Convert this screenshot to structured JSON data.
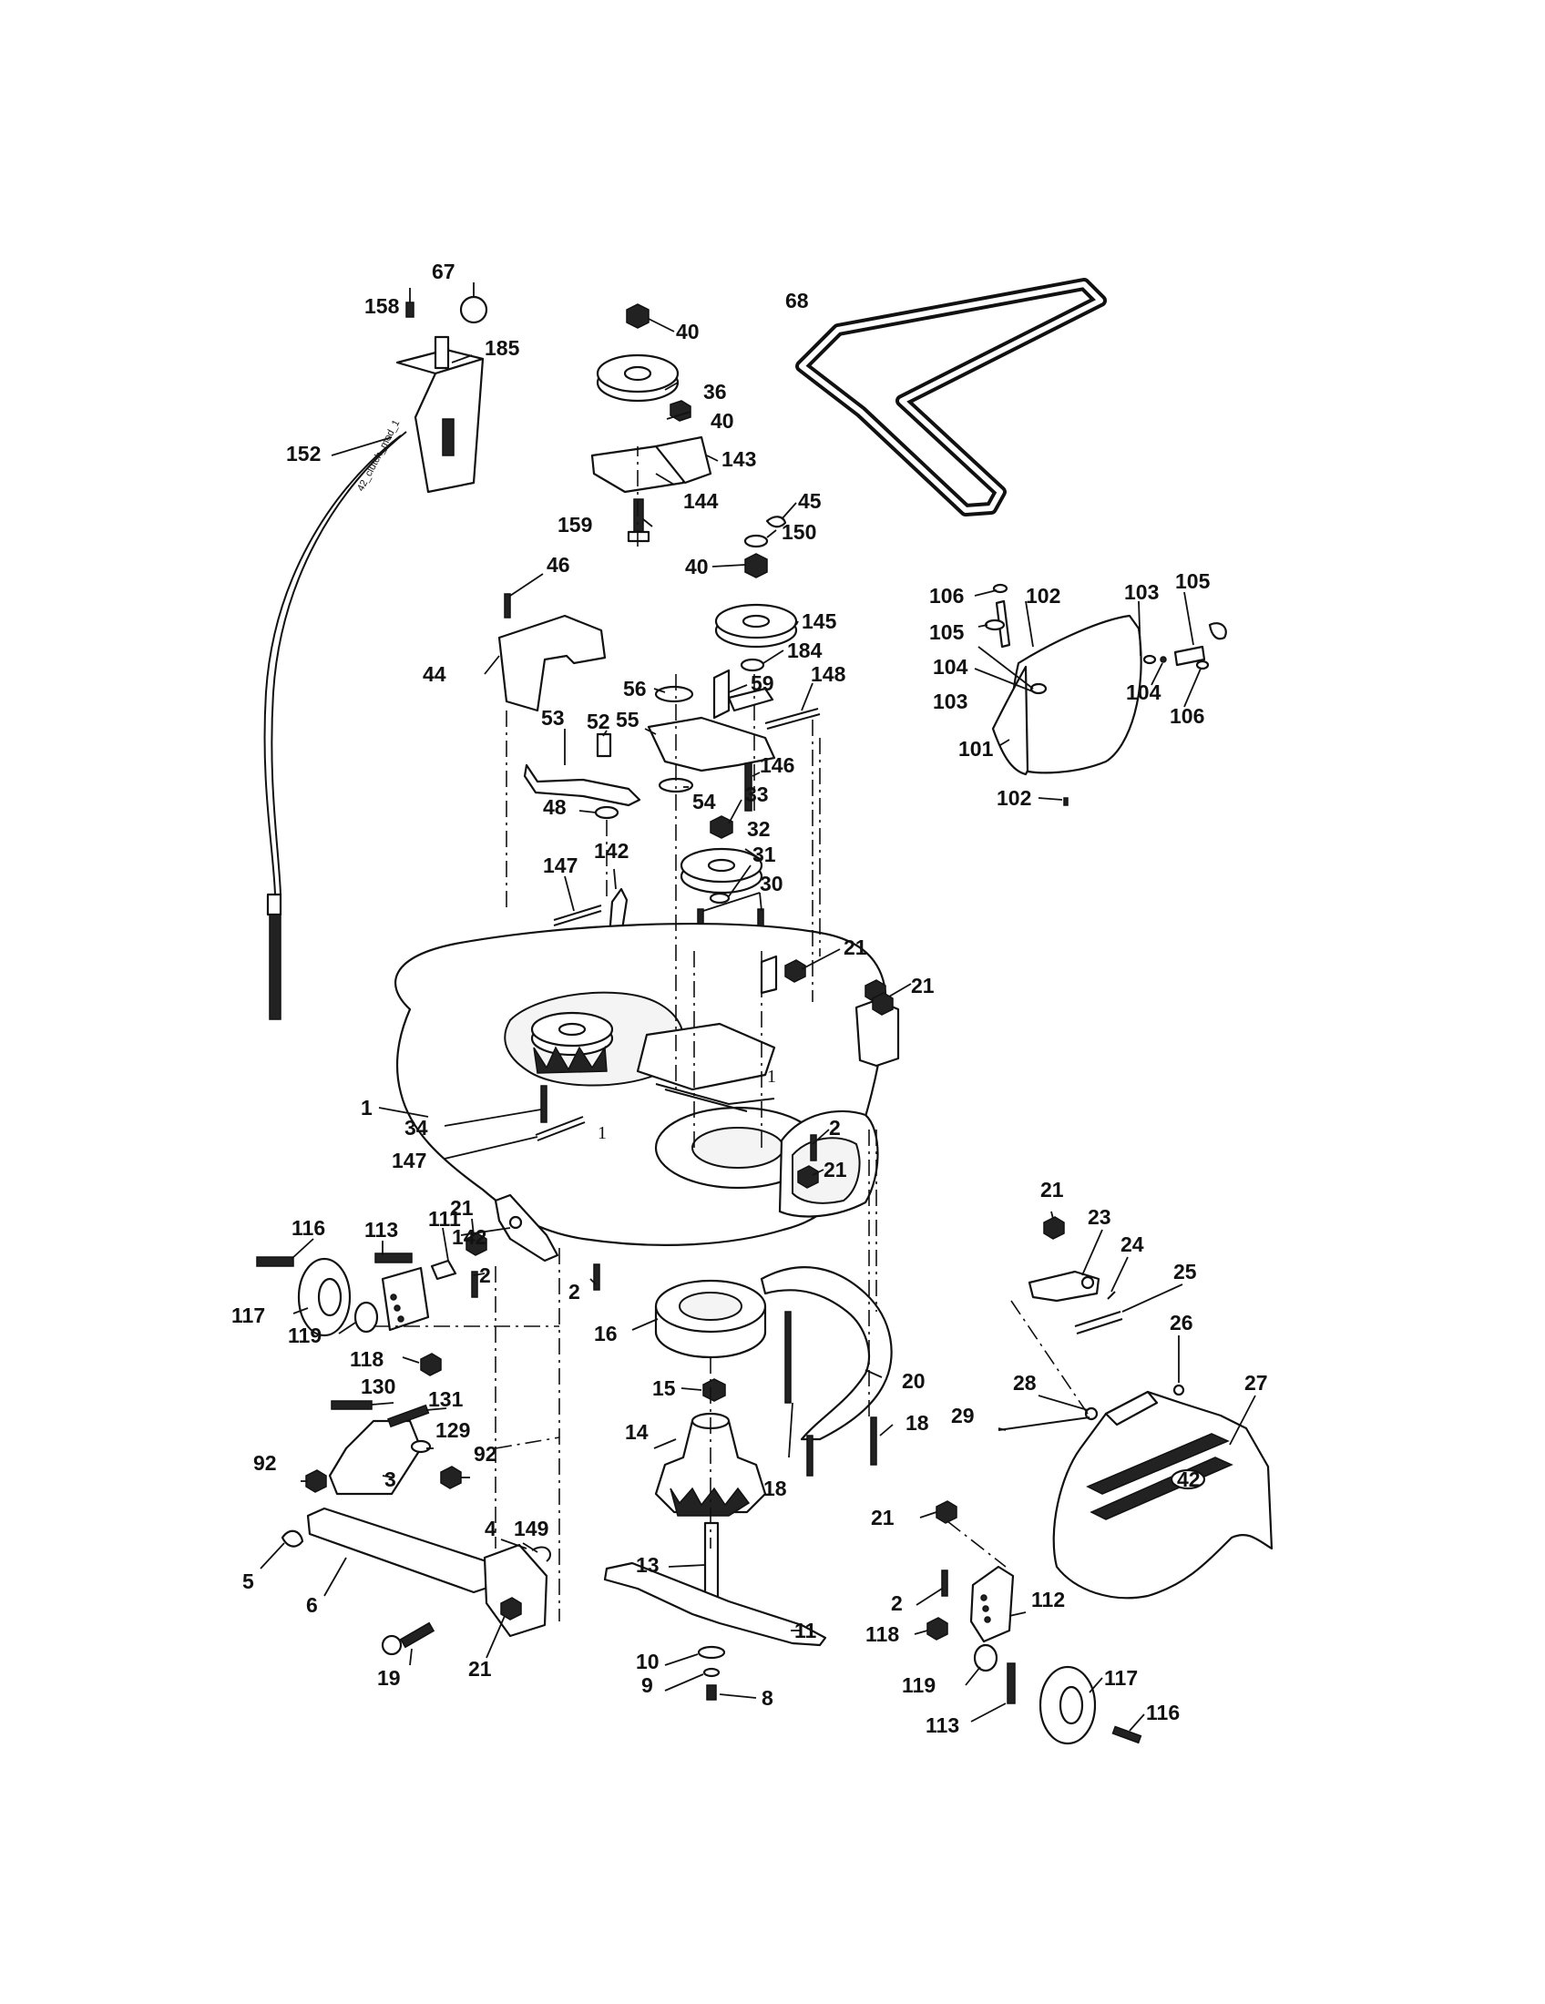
{
  "labels": [
    {
      "id": "l67",
      "text": "67"
    },
    {
      "id": "l158",
      "text": "158"
    },
    {
      "id": "l185",
      "text": "185"
    },
    {
      "id": "l152",
      "text": "152"
    },
    {
      "id": "l40a",
      "text": "40"
    },
    {
      "id": "l36",
      "text": "36"
    },
    {
      "id": "l40b",
      "text": "40"
    },
    {
      "id": "l143",
      "text": "143"
    },
    {
      "id": "l144",
      "text": "144"
    },
    {
      "id": "l159",
      "text": "159"
    },
    {
      "id": "l45",
      "text": "45"
    },
    {
      "id": "l150",
      "text": "150"
    },
    {
      "id": "l40c",
      "text": "40"
    },
    {
      "id": "l145",
      "text": "145"
    },
    {
      "id": "l184",
      "text": "184"
    },
    {
      "id": "l68",
      "text": "68"
    },
    {
      "id": "l46",
      "text": "46"
    },
    {
      "id": "l44",
      "text": "44"
    },
    {
      "id": "l56",
      "text": "56"
    },
    {
      "id": "l59",
      "text": "59"
    },
    {
      "id": "l148",
      "text": "148"
    },
    {
      "id": "l55",
      "text": "55"
    },
    {
      "id": "l53",
      "text": "53"
    },
    {
      "id": "l52",
      "text": "52"
    },
    {
      "id": "l146",
      "text": "146"
    },
    {
      "id": "l54",
      "text": "54"
    },
    {
      "id": "l33",
      "text": "33"
    },
    {
      "id": "l48",
      "text": "48"
    },
    {
      "id": "l32",
      "text": "32"
    },
    {
      "id": "l147a",
      "text": "147"
    },
    {
      "id": "l142a",
      "text": "142"
    },
    {
      "id": "l31",
      "text": "31"
    },
    {
      "id": "l30",
      "text": "30"
    },
    {
      "id": "l21a",
      "text": "21"
    },
    {
      "id": "l21b",
      "text": "21"
    },
    {
      "id": "l106a",
      "text": "106"
    },
    {
      "id": "l102a",
      "text": "102"
    },
    {
      "id": "l103a",
      "text": "103"
    },
    {
      "id": "l105a",
      "text": "105"
    },
    {
      "id": "l105b",
      "text": "105"
    },
    {
      "id": "l104a",
      "text": "104"
    },
    {
      "id": "l103b",
      "text": "103"
    },
    {
      "id": "l104b",
      "text": "104"
    },
    {
      "id": "l106b",
      "text": "106"
    },
    {
      "id": "l101",
      "text": "101"
    },
    {
      "id": "l102b",
      "text": "102"
    },
    {
      "id": "l1",
      "text": "1"
    },
    {
      "id": "l34",
      "text": "34"
    },
    {
      "id": "l147b",
      "text": "147"
    },
    {
      "id": "l2a",
      "text": "2"
    },
    {
      "id": "l21c",
      "text": "21"
    },
    {
      "id": "l21d",
      "text": "21"
    },
    {
      "id": "l113a",
      "text": "113"
    },
    {
      "id": "l111",
      "text": "111"
    },
    {
      "id": "l142b",
      "text": "142"
    },
    {
      "id": "l116a",
      "text": "116"
    },
    {
      "id": "l2b",
      "text": "2"
    },
    {
      "id": "l2c",
      "text": "2"
    },
    {
      "id": "l117a",
      "text": "117"
    },
    {
      "id": "l119a",
      "text": "119"
    },
    {
      "id": "l118a",
      "text": "118"
    },
    {
      "id": "l16",
      "text": "16"
    },
    {
      "id": "l15",
      "text": "15"
    },
    {
      "id": "l130",
      "text": "130"
    },
    {
      "id": "l131",
      "text": "131"
    },
    {
      "id": "l129",
      "text": "129"
    },
    {
      "id": "l92a",
      "text": "92"
    },
    {
      "id": "l92b",
      "text": "92"
    },
    {
      "id": "l3",
      "text": "3"
    },
    {
      "id": "l14",
      "text": "14"
    },
    {
      "id": "l20",
      "text": "20"
    },
    {
      "id": "l18a",
      "text": "18"
    },
    {
      "id": "l18b",
      "text": "18"
    },
    {
      "id": "l21e",
      "text": "21"
    },
    {
      "id": "l23",
      "text": "23"
    },
    {
      "id": "l24",
      "text": "24"
    },
    {
      "id": "l25",
      "text": "25"
    },
    {
      "id": "l26",
      "text": "26"
    },
    {
      "id": "l28",
      "text": "28"
    },
    {
      "id": "l27",
      "text": "27"
    },
    {
      "id": "l29",
      "text": "29"
    },
    {
      "id": "l4",
      "text": "4"
    },
    {
      "id": "l149",
      "text": "149"
    },
    {
      "id": "l5",
      "text": "5"
    },
    {
      "id": "l6",
      "text": "6"
    },
    {
      "id": "l13",
      "text": "13"
    },
    {
      "id": "l21f",
      "text": "21"
    },
    {
      "id": "l112",
      "text": "112"
    },
    {
      "id": "l2d",
      "text": "2"
    },
    {
      "id": "l118b",
      "text": "118"
    },
    {
      "id": "l11",
      "text": "11"
    },
    {
      "id": "l19",
      "text": "19"
    },
    {
      "id": "l21g",
      "text": "21"
    },
    {
      "id": "l10",
      "text": "10"
    },
    {
      "id": "l9",
      "text": "9"
    },
    {
      "id": "l8",
      "text": "8"
    },
    {
      "id": "l119b",
      "text": "119"
    },
    {
      "id": "l117b",
      "text": "117"
    },
    {
      "id": "l113b",
      "text": "113"
    },
    {
      "id": "l116b",
      "text": "116"
    }
  ],
  "stamp": "42_clutch_mod_1",
  "deck_marks": [
    "1",
    "1"
  ],
  "cover_logo": "42"
}
